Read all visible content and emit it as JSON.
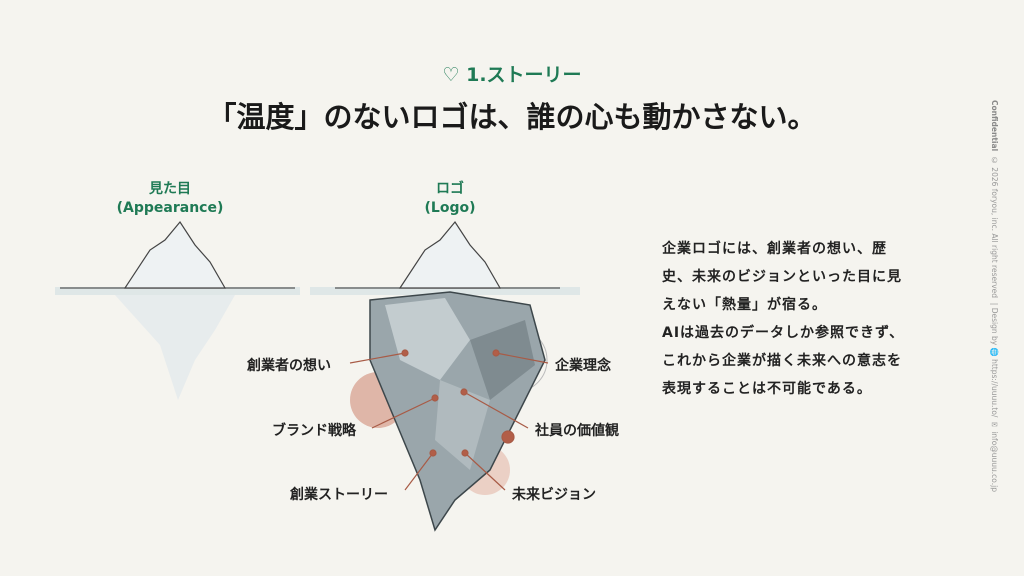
{
  "section": {
    "icon": "heart-icon",
    "label": "1.ストーリー"
  },
  "title": "「温度」のないロゴは、誰の心も動かさない。",
  "left_caption": {
    "line1": "見た目",
    "line2": "(Appearance)"
  },
  "right_caption": {
    "line1": "ロゴ",
    "line2": "(Logo)"
  },
  "labels": {
    "founder": "創業者の想い",
    "brand": "ブランド戦略",
    "story": "創業ストーリー",
    "philosophy": "企業理念",
    "values": "社員の価値観",
    "vision": "未来ビジョン"
  },
  "description": [
    "企業ロゴには、創業者の想い、歴",
    "史、未来のビジョンといった目に見",
    "えない「熱量」が宿る。",
    "AIは過去のデータしか参照できず、",
    "これから企業が描く未来への意志を",
    "表現することは不可能である。"
  ],
  "footer": {
    "confidential": "Confidential",
    "copyright": "© 2026 foryou, inc. All right reserved",
    "design": "| Design by 🌐 https://uuuu.to/ ✉ info@uuuu.co.jp"
  },
  "colors": {
    "accent": "#1f7a55",
    "dot": "#c0705a"
  }
}
